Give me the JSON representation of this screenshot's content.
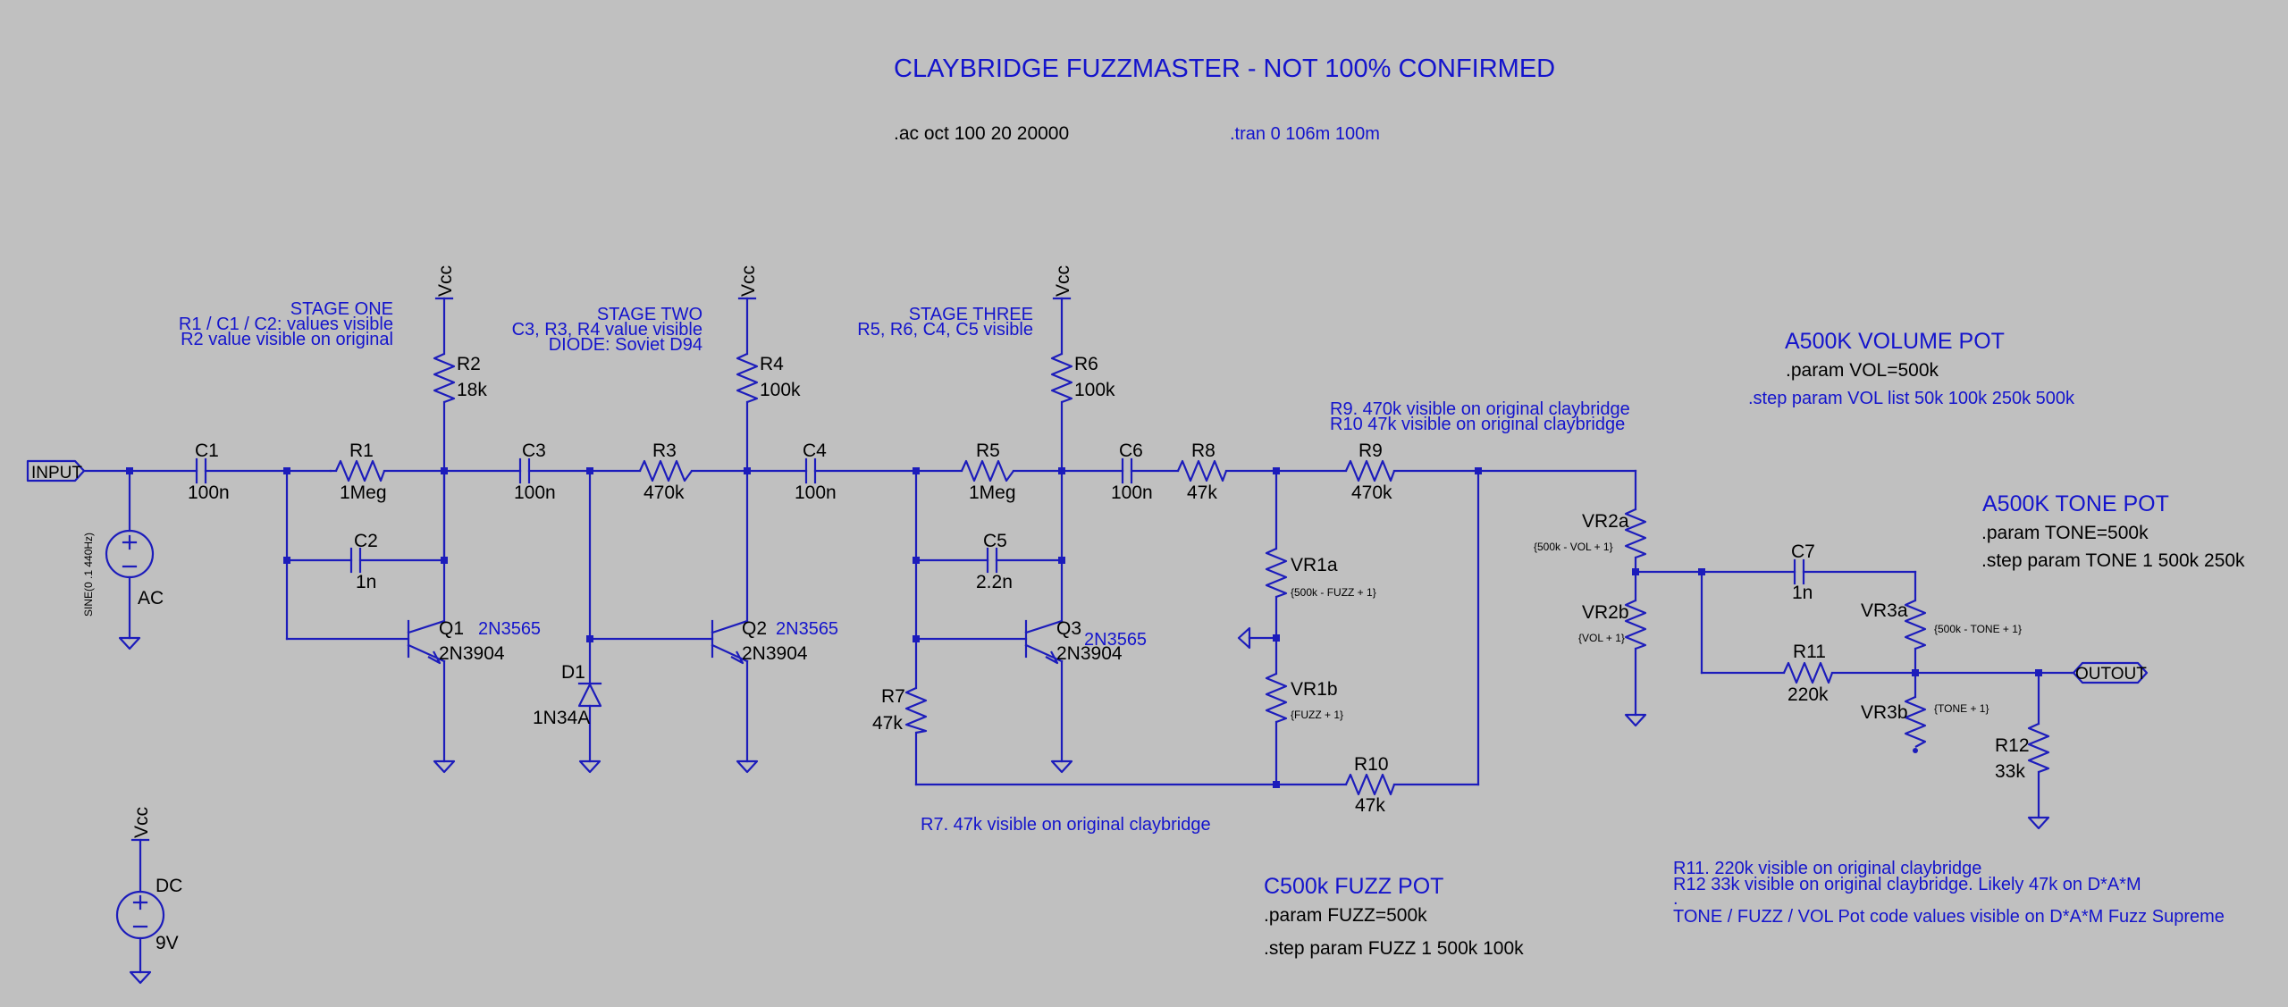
{
  "title": "CLAYBRIDGE FUZZMASTER - NOT 100% CONFIRMED",
  "directives": {
    "ac": ".ac oct 100 20 20000",
    "tran": ".tran 0 106m 100m"
  },
  "stages": {
    "one": {
      "title": "STAGE ONE",
      "line1": "R1 / C1 / C2: values visible",
      "line2": "R2 value visible on original"
    },
    "two": {
      "title": "STAGE TWO",
      "line1": "C3, R3, R4 value visible",
      "line2": "DIODE:  Soviet D94"
    },
    "three": {
      "title": "STAGE THREE",
      "line1": "R5, R6, C4, C5 visible"
    }
  },
  "nets": {
    "input": "INPUT",
    "output": "OUTOUT",
    "vcc": "Vcc"
  },
  "sources": {
    "ac_label": "AC",
    "ac_value": "SINE(0 .1 440Hz)",
    "dc_label": "DC",
    "dc_value": "9V"
  },
  "components": {
    "C1": {
      "name": "C1",
      "value": "100n"
    },
    "R1": {
      "name": "R1",
      "value": "1Meg"
    },
    "C2": {
      "name": "C2",
      "value": "1n"
    },
    "R2": {
      "name": "R2",
      "value": "18k"
    },
    "Q1": {
      "name": "Q1",
      "model": "2N3904",
      "alt": "2N3565"
    },
    "C3": {
      "name": "C3",
      "value": "100n"
    },
    "R3": {
      "name": "R3",
      "value": "470k"
    },
    "D1": {
      "name": "D1",
      "value": "1N34A"
    },
    "R4": {
      "name": "R4",
      "value": "100k"
    },
    "Q2": {
      "name": "Q2",
      "model": "2N3904",
      "alt": "2N3565"
    },
    "C4": {
      "name": "C4",
      "value": "100n"
    },
    "R5": {
      "name": "R5",
      "value": "1Meg"
    },
    "C5": {
      "name": "C5",
      "value": "2.2n"
    },
    "R6": {
      "name": "R6",
      "value": "100k"
    },
    "R7": {
      "name": "R7",
      "value": "47k"
    },
    "Q3": {
      "name": "Q3",
      "model": "2N3904",
      "alt": "2N3565"
    },
    "C6": {
      "name": "C6",
      "value": "100n"
    },
    "R8": {
      "name": "R8",
      "value": "47k"
    },
    "R9": {
      "name": "R9",
      "value": "470k"
    },
    "R10": {
      "name": "R10",
      "value": "47k"
    },
    "VR1a": {
      "name": "VR1a",
      "value": "{500k - FUZZ + 1}"
    },
    "VR1b": {
      "name": "VR1b",
      "value": "{FUZZ + 1}"
    },
    "VR2a": {
      "name": "VR2a",
      "value": "{500k - VOL + 1}"
    },
    "VR2b": {
      "name": "VR2b",
      "value": "{VOL + 1}"
    },
    "C7": {
      "name": "C7",
      "value": "1n"
    },
    "R11": {
      "name": "R11",
      "value": "220k"
    },
    "VR3a": {
      "name": "VR3a",
      "value": "{500k - TONE + 1}"
    },
    "VR3b": {
      "name": "VR3b",
      "value": "{TONE + 1}"
    },
    "R12": {
      "name": "R12",
      "value": "33k"
    }
  },
  "notes": {
    "r9": "R9.   470k visible on original claybridge",
    "r10": "R10  47k visible on original claybridge",
    "r7": "R7.   47k visible on original claybridge",
    "r11": "R11.   220k visible on original claybridge",
    "r12": "R12  33k visible on original claybridge.  Likely 47k on D*A*M",
    "dot": ".",
    "pots": "TONE / FUZZ  / VOL Pot code values visible on D*A*M Fuzz Supreme"
  },
  "pots": {
    "volume": {
      "title": "A500K VOLUME POT",
      "param": ".param VOL=500k",
      "step": ".step param VOL list 50k 100k 250k 500k"
    },
    "tone": {
      "title": "A500K TONE POT",
      "param": ".param TONE=500k",
      "step": ".step param TONE 1 500k 250k"
    },
    "fuzz": {
      "title": "C500k FUZZ POT",
      "param": ".param FUZZ=500k",
      "step": ".step param FUZZ 1 500k 100k"
    }
  }
}
